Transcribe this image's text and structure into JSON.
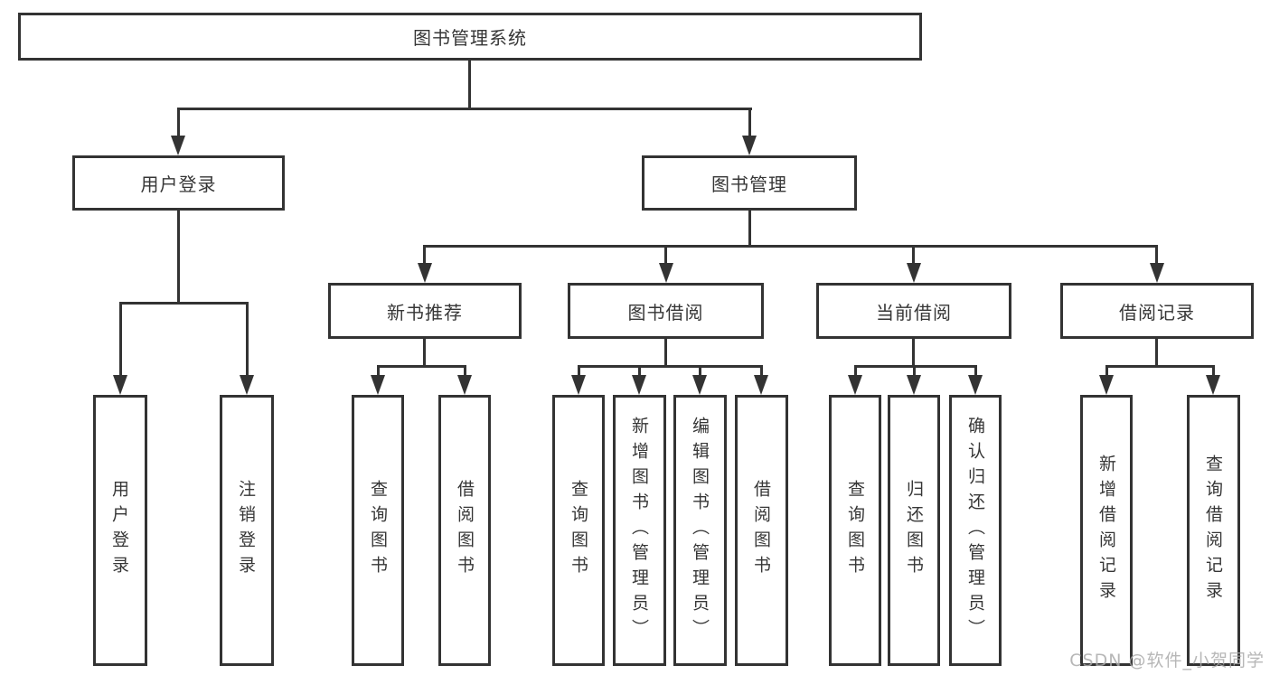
{
  "nodes": {
    "root": "图书管理系统",
    "user_login": "用户登录",
    "book_management": "图书管理",
    "new_book_recommend": "新书推荐",
    "book_borrow": "图书借阅",
    "current_borrow": "当前借阅",
    "borrow_records": "借阅记录",
    "user_login_leaf": "用户登录",
    "logout_leaf": "注销登录",
    "query_books_recommend": "查询图书",
    "borrow_books_recommend": "借阅图书",
    "query_books_borrow": "查询图书",
    "add_books_admin": "新增图书（管理员）",
    "edit_books_admin": "编辑图书（管理员）",
    "borrow_books_leaf": "借阅图书",
    "query_books_current": "查询图书",
    "return_books": "归还图书",
    "confirm_return_admin": "确认归还（管理员）",
    "add_borrow_record": "新增借阅记录",
    "query_borrow_record": "查询借阅记录"
  },
  "watermark": "CSDN @软件_小贺同学",
  "colors": {
    "background": "#ffffff",
    "line": "#333333",
    "text": "#363636",
    "watermark": "#aaaaaa"
  }
}
